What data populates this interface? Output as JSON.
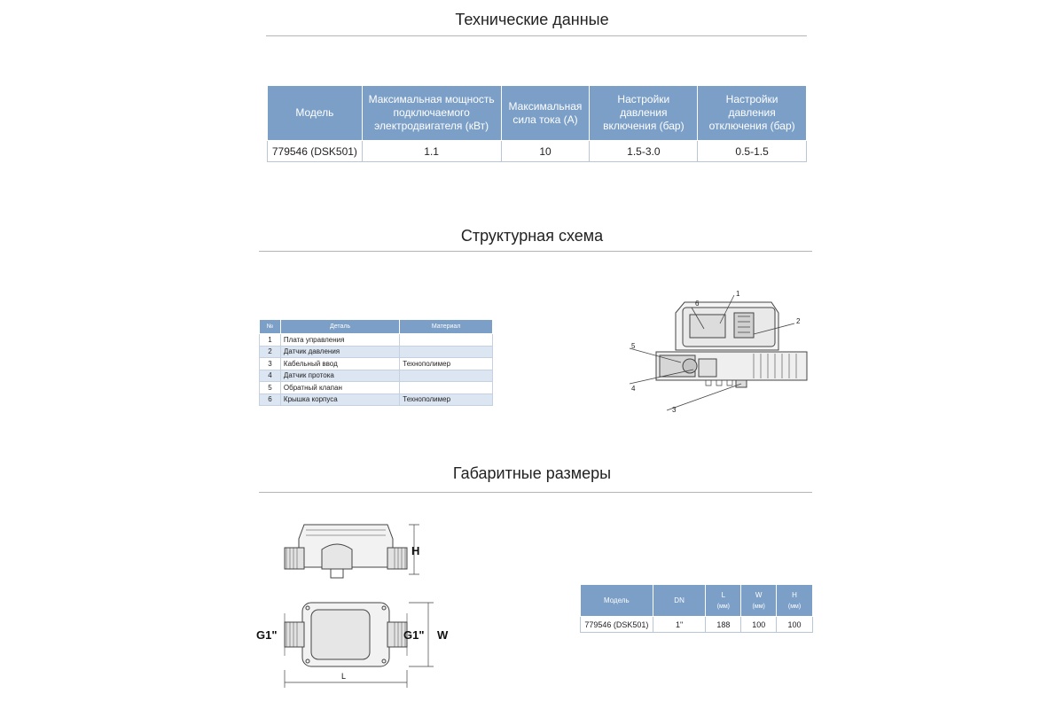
{
  "sections": {
    "tech_title": "Технические данные",
    "schema_title": "Структурная схема",
    "dims_title": "Габаритные размеры"
  },
  "tech_table": {
    "headers": [
      "Модель",
      "Максимальная мощность подключаемого электродвигателя (кВт)",
      "Максимальная сила тока (А)",
      "Настройки давления включения (бар)",
      "Настройки давления отключения (бар)"
    ],
    "row": [
      "779546 (DSK501)",
      "1.1",
      "10",
      "1.5-3.0",
      "0.5-1.5"
    ]
  },
  "parts_table": {
    "headers": [
      "№",
      "Деталь",
      "Материал"
    ],
    "rows": [
      {
        "num": "1",
        "part": "Плата управления",
        "material": ""
      },
      {
        "num": "2",
        "part": "Датчик давления",
        "material": ""
      },
      {
        "num": "3",
        "part": "Кабельный ввод",
        "material": "Технополимер"
      },
      {
        "num": "4",
        "part": "Датчик протока",
        "material": ""
      },
      {
        "num": "5",
        "part": "Обратный клапан",
        "material": ""
      },
      {
        "num": "6",
        "part": "Крышка корпуса",
        "material": "Технополимер"
      }
    ]
  },
  "schema_callouts": [
    "1",
    "2",
    "3",
    "4",
    "5",
    "6"
  ],
  "dims_drawing": {
    "h_label": "H",
    "w_label": "W",
    "l_label": "L",
    "g_left": "G1\"",
    "g_right": "G1\""
  },
  "dims_table": {
    "headers": [
      {
        "label": "Модель",
        "unit": ""
      },
      {
        "label": "DN",
        "unit": ""
      },
      {
        "label": "L",
        "unit": "(мм)"
      },
      {
        "label": "W",
        "unit": "(мм)"
      },
      {
        "label": "H",
        "unit": "(мм)"
      }
    ],
    "row": [
      "779546 (DSK501)",
      "1\"",
      "188",
      "100",
      "100"
    ]
  }
}
